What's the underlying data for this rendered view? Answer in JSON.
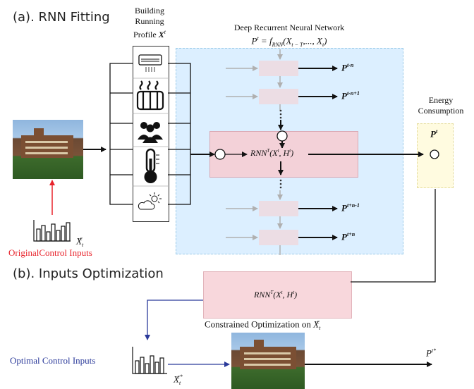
{
  "sections": {
    "a_label": "(a). RNN Fitting",
    "b_label": "(b). Inputs Optimization"
  },
  "profile": {
    "line1": "Building",
    "line2": "Running",
    "line3": "Profile",
    "var": "X",
    "var_sup": "t"
  },
  "network": {
    "title": "Deep Recurrent Neural Network",
    "formula_P": "P",
    "formula_sup": "t",
    "formula_eq": " = f",
    "formula_sub": "RNN",
    "formula_args": "(X",
    "formula_args_sub1": "t − T",
    "formula_args_mid": ",..., X",
    "formula_args_sub2": "t",
    "formula_close": ")"
  },
  "outputs": [
    {
      "base": "P",
      "sup": "t-n"
    },
    {
      "base": "P",
      "sup": "t-n+1"
    },
    {
      "base": "P",
      "sup": "t+n-1"
    },
    {
      "base": "P",
      "sup": "t+n"
    }
  ],
  "rnn_cell": {
    "base": "RNN",
    "sup": "T",
    "args": "(X",
    "a1": "t",
    "mid": ", H",
    "a2": "t",
    "close": ")"
  },
  "energy": {
    "line1": "Energy",
    "line2": "Consumption",
    "base": "P",
    "sup": "t"
  },
  "original": {
    "var": "X",
    "sub": "t",
    "sup": "c",
    "label": "OriginalControl Inputs"
  },
  "optimization": {
    "text": "Constrained Optimization on",
    "var": "X",
    "sub": "t",
    "sup": "c"
  },
  "optimal": {
    "label": "Optimal Control Inputs",
    "var": "X",
    "sub": "t",
    "sup": "c*"
  },
  "final_output": {
    "base": "P",
    "sup": "t*"
  },
  "icons": [
    "air-conditioner-icon",
    "heater-icon",
    "people-icon",
    "thermometer-icon",
    "weather-icon",
    "building-photo",
    "bar-chart-icon"
  ],
  "colors": {
    "network_bg": "#dcefff",
    "network_border": "#9ccbe8",
    "cell_fill": "#f3d1d8",
    "energy_fill": "#fffbe0",
    "red_label": "#e8232b",
    "blue_label": "#2b3a9a"
  }
}
